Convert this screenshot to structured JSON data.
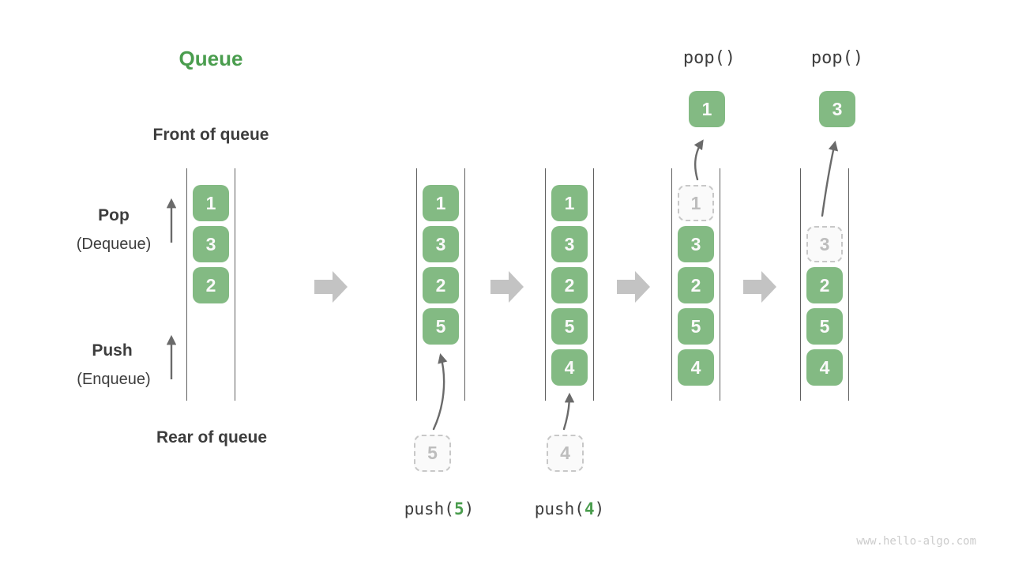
{
  "title": "Queue",
  "side_labels": {
    "front": "Front of queue",
    "rear": "Rear of queue",
    "pop": "Pop",
    "pop_sub": "(Dequeue)",
    "push": "Push",
    "push_sub": "(Enqueue)"
  },
  "queues": [
    {
      "cells": [
        {
          "v": "1"
        },
        {
          "v": "3"
        },
        {
          "v": "2"
        }
      ]
    },
    {
      "cells": [
        {
          "v": "1"
        },
        {
          "v": "3"
        },
        {
          "v": "2"
        },
        {
          "v": "5"
        }
      ]
    },
    {
      "cells": [
        {
          "v": "1"
        },
        {
          "v": "3"
        },
        {
          "v": "2"
        },
        {
          "v": "5"
        },
        {
          "v": "4"
        }
      ]
    },
    {
      "cells": [
        {
          "v": "1",
          "state": "ghost"
        },
        {
          "v": "3"
        },
        {
          "v": "2"
        },
        {
          "v": "5"
        },
        {
          "v": "4"
        }
      ]
    },
    {
      "cells": [
        {
          "v": "3",
          "state": "ghost"
        },
        {
          "v": "2"
        },
        {
          "v": "5"
        },
        {
          "v": "4"
        }
      ]
    }
  ],
  "push_ops": [
    {
      "call_pre": "push(",
      "arg": "5",
      "call_post": ")",
      "staged": "5"
    },
    {
      "call_pre": "push(",
      "arg": "4",
      "call_post": ")",
      "staged": "4"
    }
  ],
  "pop_ops": [
    {
      "call": "pop()",
      "popped": "1"
    },
    {
      "call": "pop()",
      "popped": "3"
    }
  ],
  "watermark": "www.hello-algo.com",
  "colors": {
    "box_green": "#83ba83",
    "accent_green": "#4a9d4e",
    "text_dark": "#3d3d3d",
    "flow_arrow_gray": "#c3c3c3",
    "thin_arrow_gray": "#6a6a6a",
    "column_line_gray": "#606060",
    "ghost_border_gray": "#c8c8c8",
    "watermark_gray": "#cccccc"
  }
}
